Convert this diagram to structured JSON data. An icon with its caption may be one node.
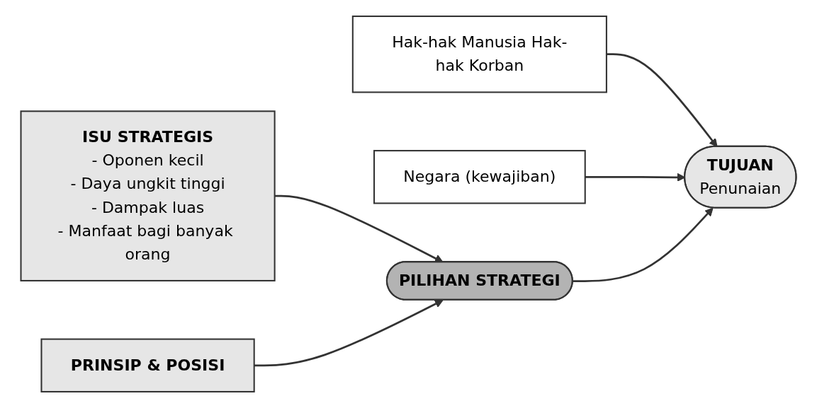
{
  "diagram": {
    "nodes": [
      {
        "text": [
          "Hak-hak Manusia Hak-hak Korban"
        ]
      },
      {
        "text": [
          "TUJUAN",
          "Penunaian"
        ]
      },
      {
        "text": [
          "Negara (kewajiban)"
        ]
      },
      {
        "text": [
          "ISU STRATEGIS",
          "- Oponen kecil",
          "- Daya ungkit tinggi",
          "- Dampak luas",
          "- Manfaat bagi banyak orang"
        ]
      },
      {
        "text": [
          "PILIHAN STRATEGI"
        ]
      },
      {
        "text": [
          "PRINSIP & POSISI"
        ]
      }
    ],
    "edges": [
      {
        "from": 0,
        "to": 1,
        "arrow": "to"
      },
      {
        "from": 2,
        "to": 1,
        "arrow": "to"
      },
      {
        "from": 4,
        "to": 1,
        "arrow": "to"
      },
      {
        "from": 3,
        "to": 4,
        "arrow": "to"
      },
      {
        "from": 5,
        "to": 4,
        "arrow": "to"
      }
    ]
  }
}
